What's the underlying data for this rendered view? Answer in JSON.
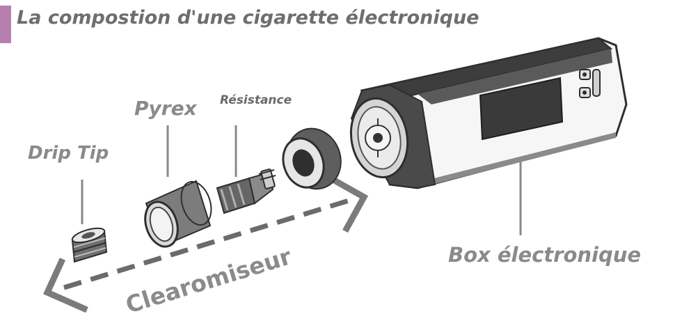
{
  "title": "La compostion d'une cigarette électronique",
  "labels": {
    "drip_tip": "Drip Tip",
    "pyrex": "Pyrex",
    "resistance": "Résistance",
    "box": "Box électronique",
    "clearomiseur": "Clearomiseur"
  },
  "colors": {
    "accent_bar": "#b77fb0",
    "label_gray": "#8a8a8a",
    "outline": "#3a3a3a"
  }
}
